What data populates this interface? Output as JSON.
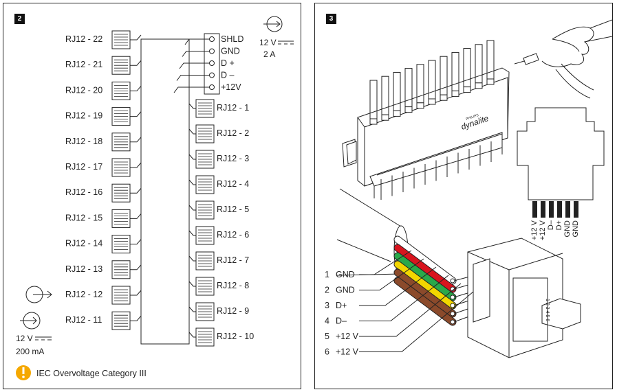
{
  "panel2": {
    "number": "2",
    "left_ports": [
      "RJ12 - 22",
      "RJ12 - 21",
      "RJ12 - 20",
      "RJ12 - 19",
      "RJ12 - 18",
      "RJ12 - 17",
      "RJ12 - 16",
      "RJ12 - 15",
      "RJ12 - 14",
      "RJ12 - 13",
      "RJ12 - 12",
      "RJ12 - 11"
    ],
    "right_ports": [
      "RJ12 - 1",
      "RJ12 - 2",
      "RJ12 - 3",
      "RJ12 - 4",
      "RJ12 - 5",
      "RJ12 - 6",
      "RJ12 - 7",
      "RJ12 - 8",
      "RJ12 - 9",
      "RJ12 - 10"
    ],
    "terminals": [
      "SHLD",
      "GND",
      "D +",
      "D –",
      "+12V"
    ],
    "supply_top": {
      "voltage": "12 V",
      "current": "2 A"
    },
    "supply_bottom": {
      "voltage": "12 V",
      "current": "200 mA"
    },
    "warning": "IEC Overvoltage Category III",
    "warning_color": "#f5a800"
  },
  "panel3": {
    "number": "3",
    "brand": "PHILIPS",
    "product": "dynalite",
    "socket_pins": [
      "+12 V",
      "+12 V",
      "D–",
      "D+",
      "GND",
      "GND"
    ],
    "pin_numbers": "1 2 3 4 5 6",
    "wires": [
      {
        "num": "1",
        "label": "GND",
        "color": "#ffffff"
      },
      {
        "num": "2",
        "label": "GND",
        "color": "#d8141e"
      },
      {
        "num": "3",
        "label": "D+",
        "color": "#2aa84a"
      },
      {
        "num": "4",
        "label": "D–",
        "color": "#f2d600"
      },
      {
        "num": "5",
        "label": "+12 V",
        "color": "#8b4a2b"
      },
      {
        "num": "6",
        "label": "+12 V",
        "color": "#8b4a2b"
      }
    ]
  }
}
